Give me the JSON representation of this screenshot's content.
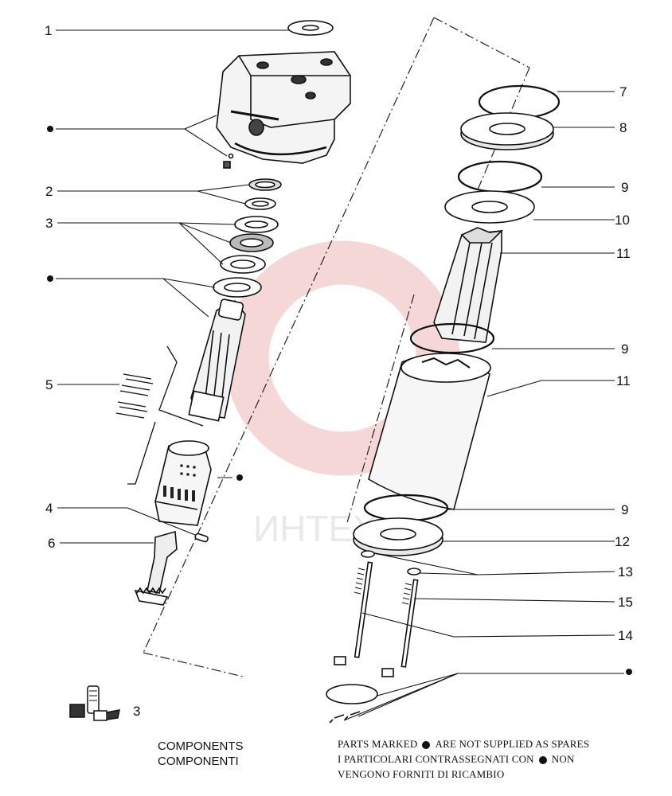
{
  "callouts": {
    "n1": "1",
    "n2": "2",
    "n3": "3",
    "n4": "4",
    "n5": "5",
    "n6": "6",
    "n7": "7",
    "n8": "8",
    "n9a": "9",
    "n10": "10",
    "n11a": "11",
    "n9b": "9",
    "n11b": "11",
    "n9c": "9",
    "n12": "12",
    "n13": "13",
    "n15": "15",
    "n14": "14",
    "n3b": "3"
  },
  "watermark": {
    "text": "ИНТЕХ",
    "color": "#e8b4b4"
  },
  "legend": {
    "components_en": "COMPONENTS",
    "components_it": "COMPONENTI",
    "note_en_before": "PARTS MARKED",
    "note_en_after": "ARE NOT SUPPLIED AS SPARES",
    "note_it_before": "I PARTICOLARI CONTRASSEGNATI CON",
    "note_it_after": "NON",
    "note_it_line3": "VENGONO FORNITI DI RICAMBIO"
  },
  "colors": {
    "ink": "#111111",
    "shade": "#cfcfcf",
    "watermark": "#f0c8c8"
  }
}
